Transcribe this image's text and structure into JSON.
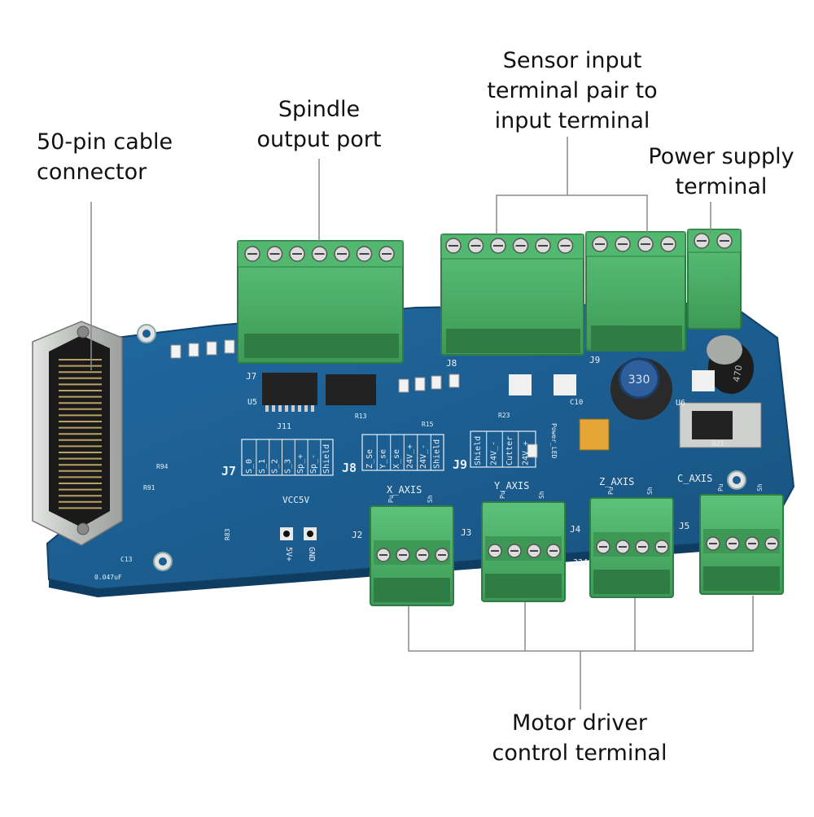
{
  "callouts": {
    "cable_connector": [
      "50-pin cable",
      "connector"
    ],
    "spindle_port": [
      "Spindle",
      "output port"
    ],
    "sensor_input": [
      "Sensor input",
      "terminal pair to",
      "input terminal"
    ],
    "power_supply": [
      "Power supply",
      "terminal"
    ],
    "motor_driver": [
      "Motor driver",
      "control terminal"
    ]
  },
  "board_labels": {
    "j7": "J7",
    "j8": "J8",
    "j9": "J9",
    "j2": "J2",
    "j3": "J3",
    "j4": "J4",
    "j5": "J5",
    "j11": "J11",
    "u5": "U5",
    "u6": "U6",
    "c10": "C10",
    "c13": "C13",
    "c13_value": "0.047uF",
    "r94": "R94",
    "r91": "R91",
    "r83": "R83",
    "r15": "R15",
    "r13": "R13",
    "r21": "R21",
    "r23": "R23",
    "x_axis": "X_AXIS",
    "y_axis": "Y_AXIS",
    "z_axis": "Z_AXIS",
    "c_axis": "C_AXIS",
    "vcc5v": "VCC5V",
    "pin_5v": "5V+",
    "pin_gnd": "GND",
    "part_334": "334",
    "inductor": "330",
    "capacitor": "470",
    "power_led": "Power_LED",
    "j7_pins": [
      "S_0",
      "S_1",
      "S_2",
      "S_3",
      "Sp_+",
      "Sp_-",
      "Shield"
    ],
    "j8_pins": [
      "Z_Se",
      "Y_se",
      "X_se",
      "24V_+",
      "24V_-",
      "Shield"
    ],
    "j9_pins": [
      "Shield",
      "24V_-",
      "Cutter",
      "24V_+"
    ],
    "axis_pin_labels": [
      "Pu",
      "Sh"
    ]
  },
  "colors": {
    "board": "#1d5e93",
    "board_dark": "#154a76",
    "terminal_green": "#45a860",
    "terminal_dark": "#2f7d45",
    "connector_metal": "#c9ccc9",
    "leader_line": "#8a8a8a"
  }
}
